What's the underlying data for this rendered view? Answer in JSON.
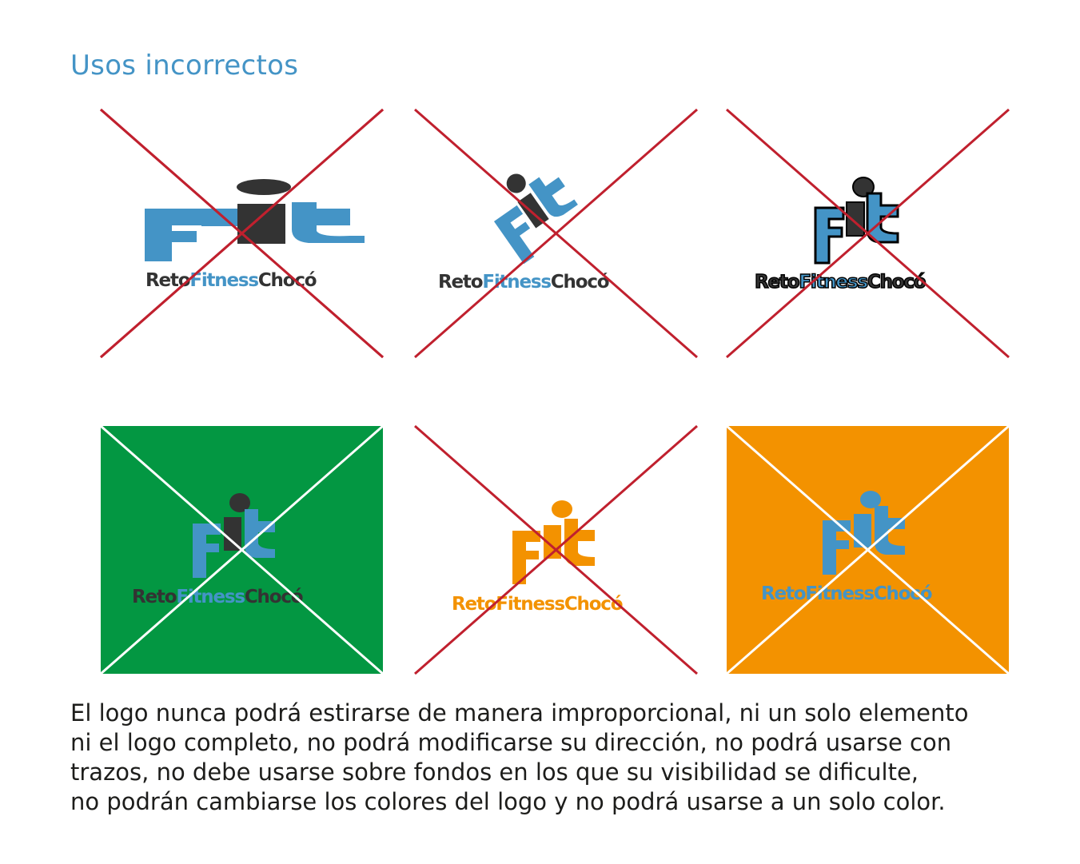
{
  "heading": "Usos incorrectos",
  "colors": {
    "brand_blue": "#4494c6",
    "brand_dark": "#333333",
    "cross_red": "#c0202e",
    "cross_white": "#ffffff",
    "green_bg": "#039742",
    "orange_bg": "#f39200",
    "orange_logo": "#f39200"
  },
  "wordmark": {
    "part1": "Reto",
    "part2": "Fitness",
    "part3": "Chocó",
    "full": "RetoFitnessChocó"
  },
  "examples": [
    {
      "id": "stretched",
      "issue": "estirado"
    },
    {
      "id": "rotated",
      "issue": "dirección"
    },
    {
      "id": "outlined",
      "issue": "trazos"
    },
    {
      "id": "green-background",
      "issue": "fondo"
    },
    {
      "id": "recolored",
      "issue": "colores"
    },
    {
      "id": "single-color",
      "issue": "un solo color"
    }
  ],
  "description_lines": [
    "El logo nunca podrá estirarse de manera improporcional, ni un solo elemento",
    "ni el logo completo, no podrá modificarse su dirección, no podrá usarse con",
    "trazos, no debe usarse sobre fondos en los que su visibilidad se dificulte,",
    "no podrán cambiarse los colores del logo y no podrá usarse a un solo color."
  ]
}
